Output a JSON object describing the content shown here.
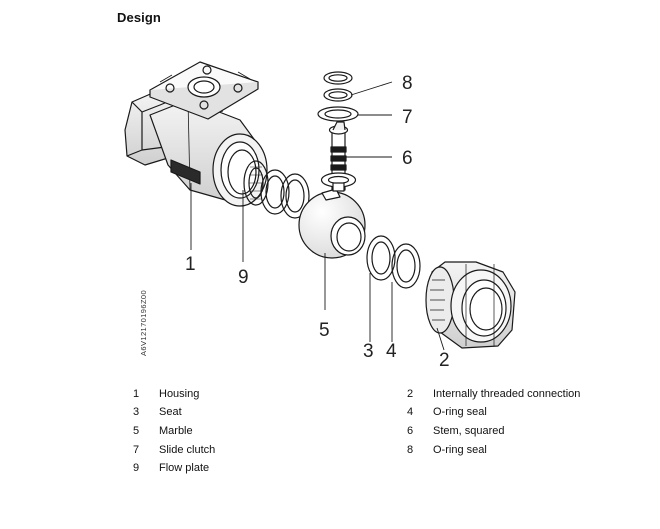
{
  "heading": "Design",
  "doc_id": "A6V12170196Z00",
  "callouts": [
    "1",
    "2",
    "3",
    "4",
    "5",
    "6",
    "7",
    "8",
    "9"
  ],
  "legend": [
    {
      "number": "1",
      "label": "Housing"
    },
    {
      "number": "2",
      "label": "Internally threaded connection"
    },
    {
      "number": "3",
      "label": "Seat"
    },
    {
      "number": "4",
      "label": "O-ring seal"
    },
    {
      "number": "5",
      "label": "Marble"
    },
    {
      "number": "6",
      "label": "Stem, squared"
    },
    {
      "number": "7",
      "label": "Slide clutch"
    },
    {
      "number": "8",
      "label": "O-ring seal"
    },
    {
      "number": "9",
      "label": "Flow plate"
    }
  ]
}
